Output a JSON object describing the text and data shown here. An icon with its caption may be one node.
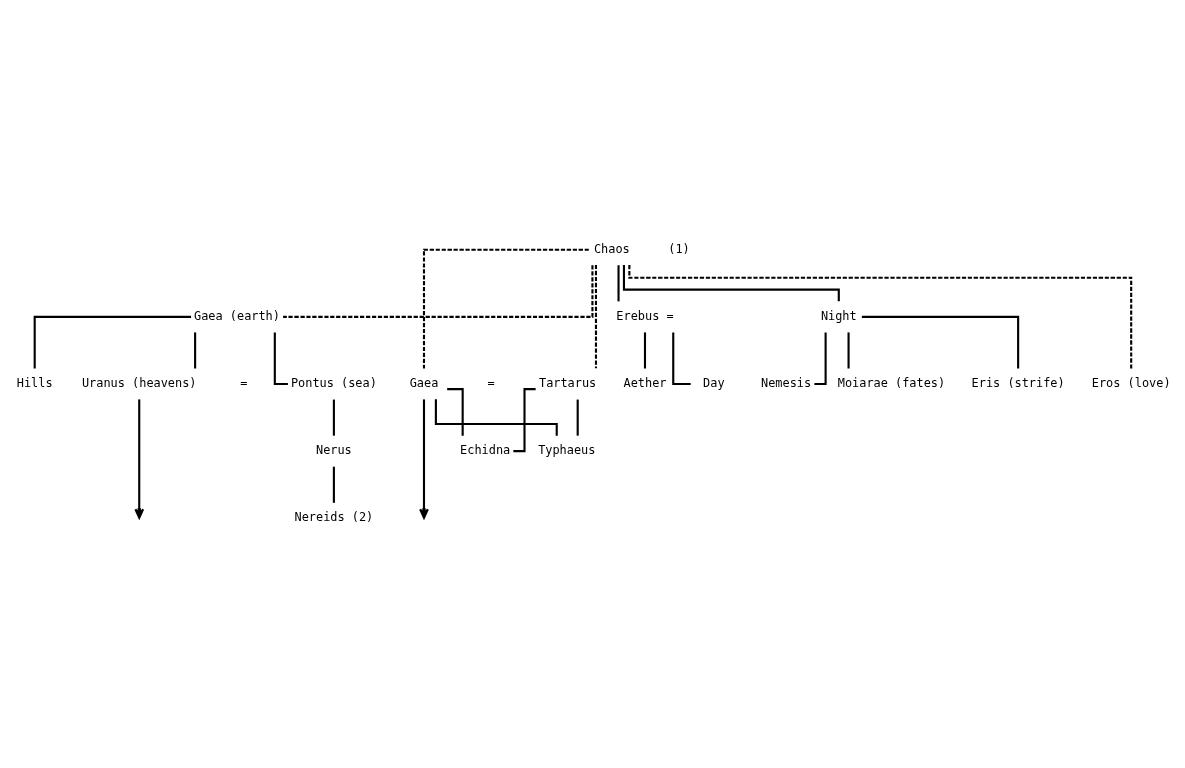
{
  "diagram": {
    "nodes": [
      {
        "text": [
          "Chaos"
        ]
      },
      {
        "text": [
          "Gaea (earth)"
        ]
      },
      {
        "text": [
          "Erebus ="
        ]
      },
      {
        "text": [
          "Night"
        ]
      },
      {
        "text": [
          "Day"
        ]
      },
      {
        "text": [
          "Aether"
        ]
      },
      {
        "text": [
          "Nemesis"
        ]
      },
      {
        "text": [
          "Moiarae (fates)"
        ]
      },
      {
        "text": [
          "Eris (strife)"
        ]
      },
      {
        "text": [
          "Pontus (sea)"
        ]
      },
      {
        "text": [
          "Hills"
        ]
      },
      {
        "text": [
          "Uranus (heavens)"
        ]
      },
      {
        "text": [
          "Gaea"
        ]
      },
      {
        "text": [
          "Tartarus"
        ]
      },
      {
        "text": [
          "Eros (love)"
        ]
      },
      {
        "text": [
          "Typhaeus"
        ]
      },
      {
        "text": [
          "Echidna"
        ]
      },
      {
        "text": [
          "Nerus"
        ]
      },
      {
        "text": [
          "Nereids (2)"
        ]
      }
    ],
    "edges": [
      {
        "from": 0,
        "to": 1,
        "arrow": "none",
        "style": "dashed"
      },
      {
        "from": 0,
        "to": 2,
        "arrow": "none"
      },
      {
        "from": 0,
        "to": 3,
        "arrow": "none"
      },
      {
        "from": 2,
        "to": 4,
        "arrow": "none"
      },
      {
        "from": 2,
        "to": 5,
        "arrow": "none"
      },
      {
        "from": 3,
        "to": 6,
        "arrow": "none"
      },
      {
        "from": 3,
        "to": 7,
        "arrow": "none"
      },
      {
        "from": 3,
        "to": 8,
        "arrow": "none"
      },
      {
        "from": 1,
        "to": 9,
        "arrow": "none"
      },
      {
        "from": 1,
        "to": 10,
        "arrow": "none"
      },
      {
        "from": 1,
        "to": 11,
        "arrow": "none"
      },
      {
        "from": 0,
        "to": 12,
        "arrow": "none",
        "style": "dashed"
      },
      {
        "from": 0,
        "to": 13,
        "arrow": "none",
        "style": "dashed"
      },
      {
        "from": 0,
        "to": 14,
        "arrow": "none",
        "style": "dashed"
      },
      {
        "from": 12,
        "to": 15,
        "arrow": "none"
      },
      {
        "from": 12,
        "to": 16,
        "arrow": "none"
      },
      {
        "from": 13,
        "to": 15,
        "arrow": "none"
      },
      {
        "from": 13,
        "to": 16,
        "arrow": "none"
      },
      {
        "from": 9,
        "to": 17,
        "arrow": "none"
      },
      {
        "from": 17,
        "to": 18,
        "arrow": "none"
      },
      {
        "from": 11,
        "to": null,
        "arrow": "to"
      },
      {
        "from": 12,
        "to": null,
        "arrow": "to"
      }
    ],
    "labels": [
      "(1)",
      "=",
      "="
    ]
  }
}
